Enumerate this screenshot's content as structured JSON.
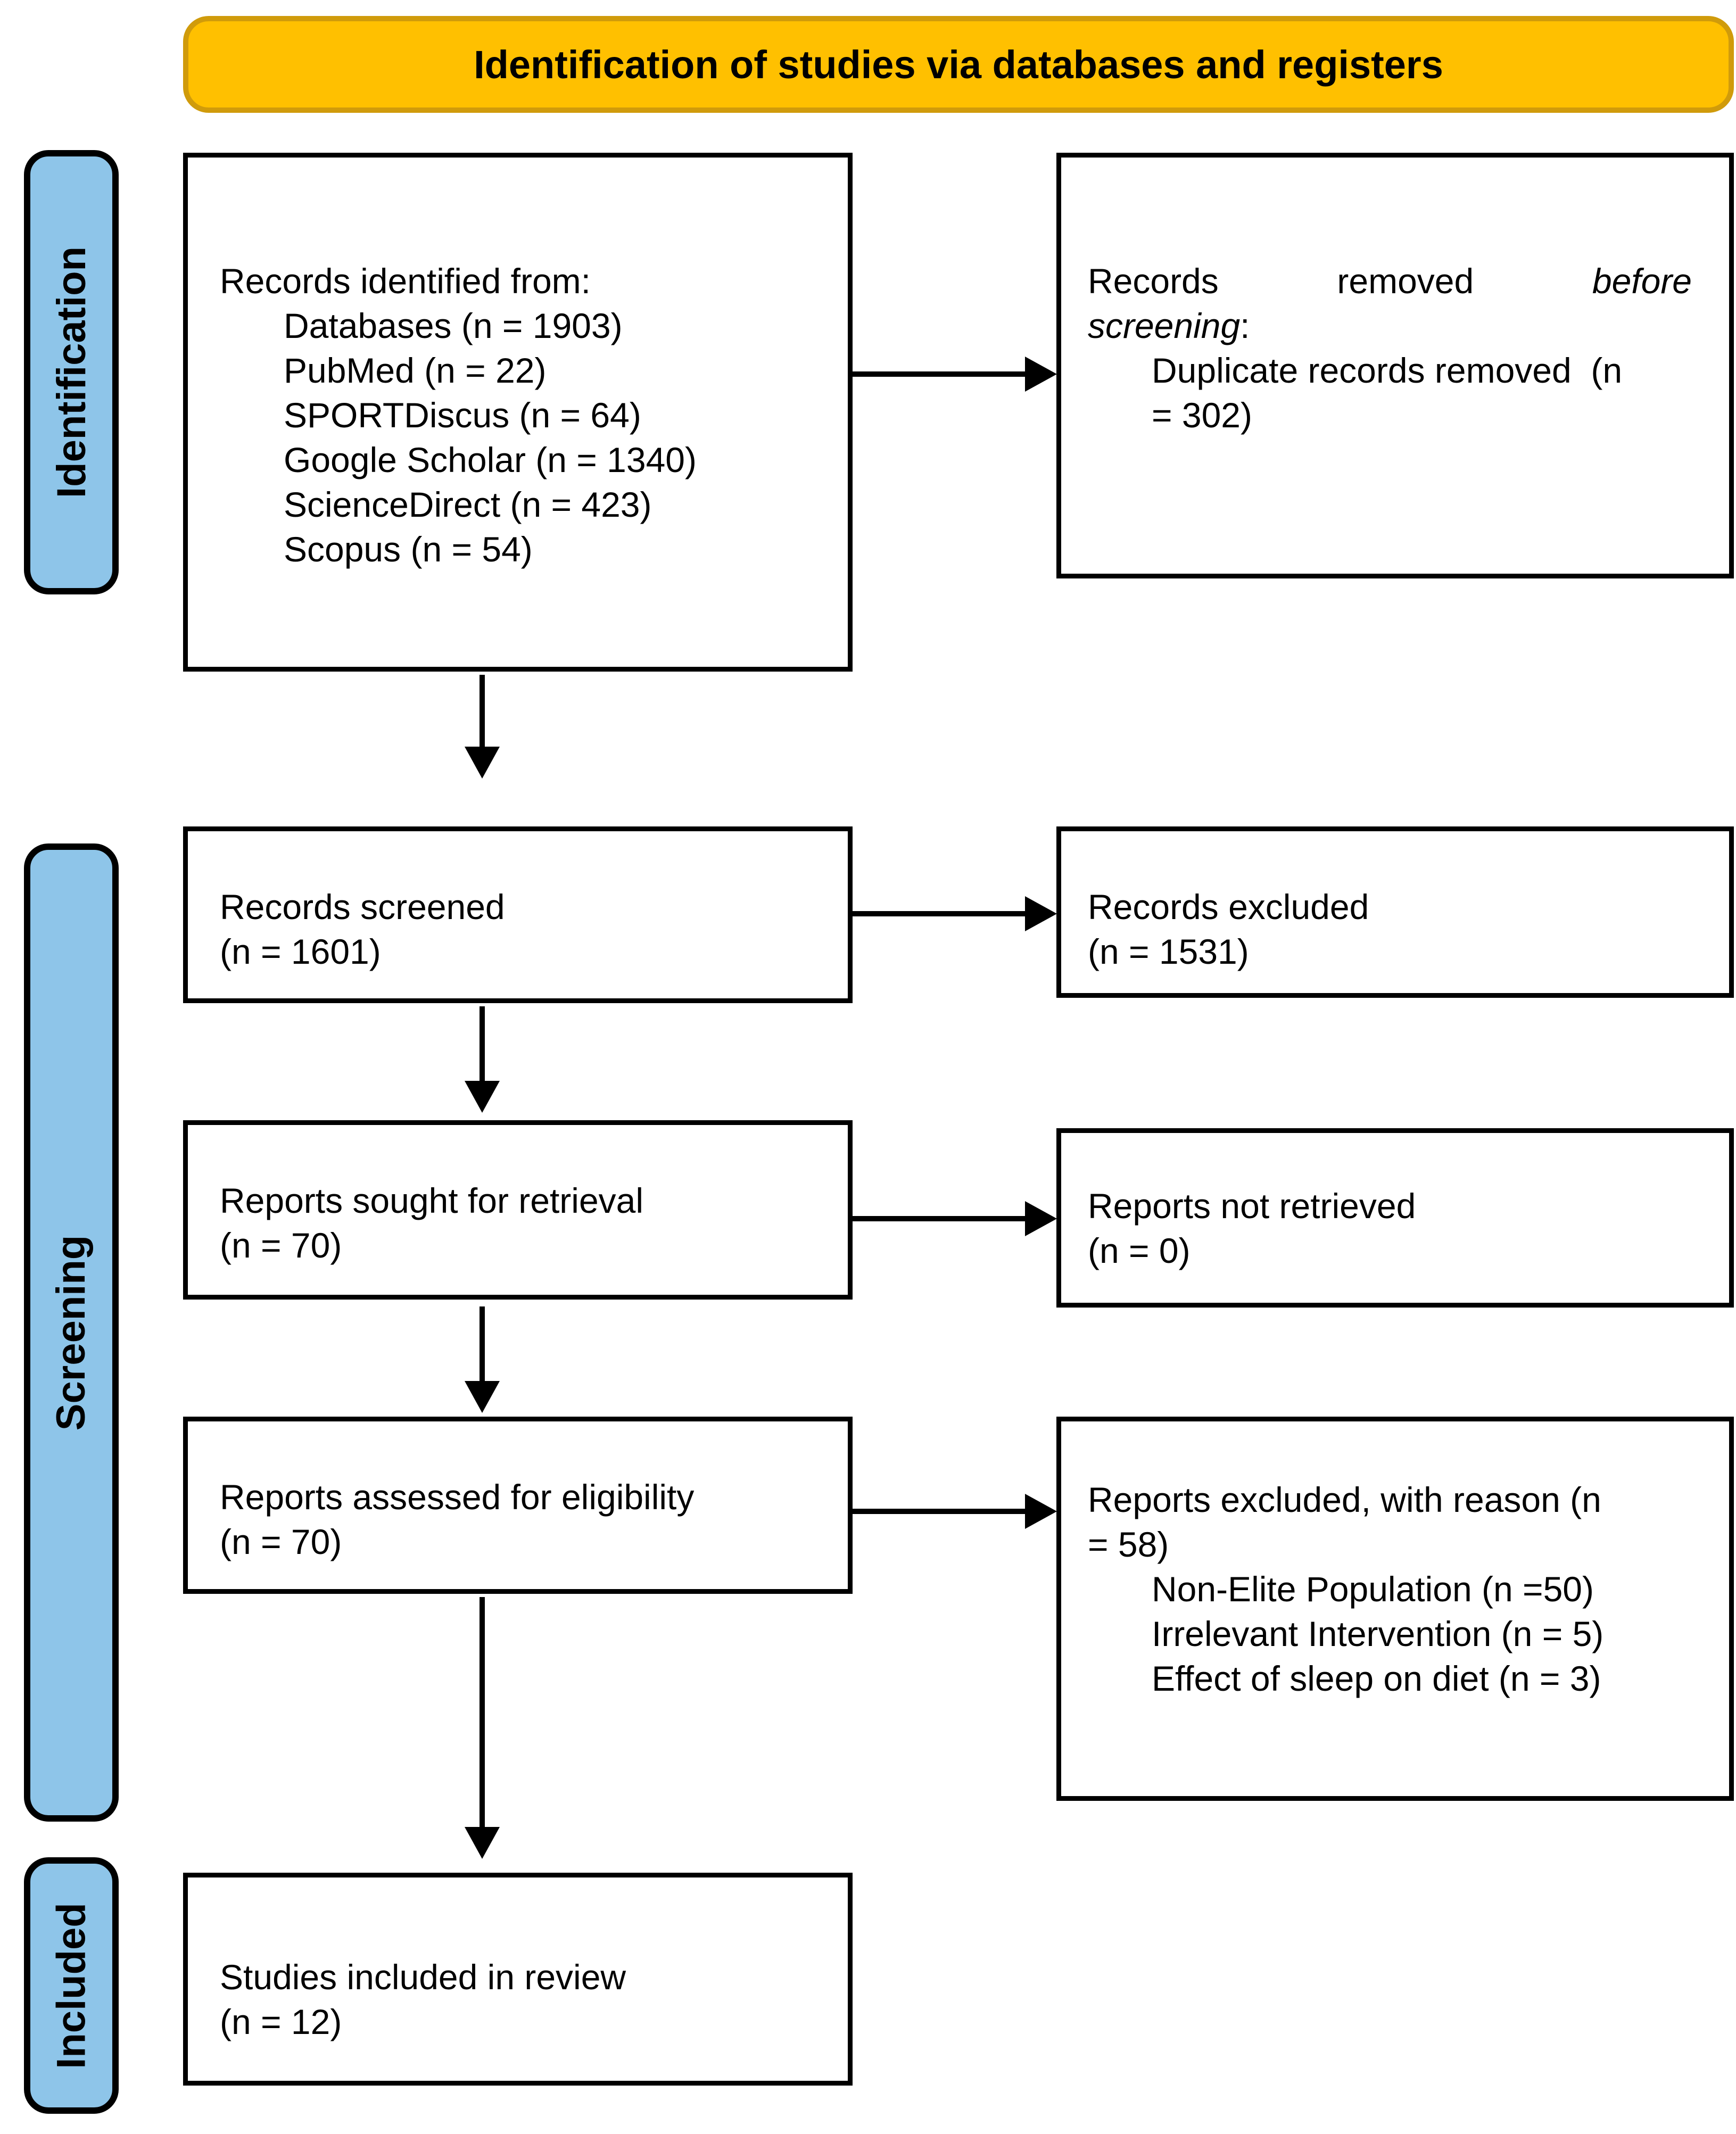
{
  "colors": {
    "banner_fill": "#FFC000",
    "banner_border": "#D09B0B",
    "sidebar_fill": "#8EC5E9",
    "ink": "#000000"
  },
  "banner": {
    "title": "Identification of studies via databases and registers"
  },
  "sidebar": {
    "identification": "Identification",
    "screening": "Screening",
    "included": "Included"
  },
  "boxes": {
    "records_identified": {
      "lines": [
        "Records identified from:",
        "Databases (n = 1903)",
        "PubMed (n = 22)",
        "SPORTDiscus (n = 64)",
        "Google Scholar (n = 1340)",
        "ScienceDirect (n = 423)",
        "Scopus (n = 54)"
      ]
    },
    "records_removed": {
      "w1": "Records",
      "w2": "removed",
      "w3": "before",
      "line2_italic": "screening",
      "line2_colon": ":",
      "indent1": "Duplicate records removed  (n",
      "indent2": "= 302)"
    },
    "records_screened": {
      "lines": [
        "Records screened",
        "(n = 1601)"
      ]
    },
    "records_excluded": {
      "lines": [
        "Records excluded",
        "(n = 1531)"
      ]
    },
    "reports_sought": {
      "lines": [
        "Reports sought for retrieval",
        "(n = 70)"
      ]
    },
    "reports_not_retrieved": {
      "lines": [
        "Reports not retrieved",
        "(n = 0)"
      ]
    },
    "reports_assessed": {
      "lines": [
        "Reports assessed for eligibility",
        "(n = 70)"
      ]
    },
    "reports_excluded": {
      "lines": [
        "Reports excluded, with reason (n",
        "= 58)",
        "Non-Elite Population (n =50)",
        "Irrelevant Intervention (n = 5)",
        "Effect of sleep on diet (n = 3)"
      ]
    },
    "studies_included": {
      "lines": [
        "Studies included in review",
        "(n = 12)"
      ]
    }
  }
}
